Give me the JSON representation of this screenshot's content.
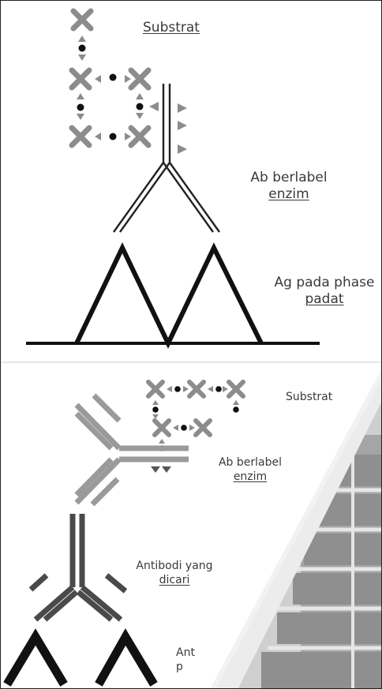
{
  "panel_top": {
    "substrate_label": "Substrat",
    "enzyme_antibody_label_line1": "Ab berlabel",
    "enzyme_antibody_label_line2": "enzim",
    "antigen_label_line1": "Ag pada phase",
    "antigen_label_line2": "padat"
  },
  "panel_bottom": {
    "substrate_label": "Substrat",
    "enzyme_antibody_label_line1": "Ab berlabel",
    "enzyme_antibody_label_line2": "enzim",
    "target_antibody_label_line1": "Antibodi yang",
    "target_antibody_label_line2": "dicari",
    "partial_label_line1": "Ant",
    "partial_label_line2": "p"
  },
  "colors": {
    "antigen": "#111111",
    "substrate_cross": "#8c8c8c",
    "substrate_dot": "#111111",
    "secondary_antibody": "#9a9a9a",
    "target_antibody": "#4a4a4a"
  },
  "icons": [
    "substrate-cross-icon",
    "substrate-dot-icon",
    "arrow-icon"
  ]
}
